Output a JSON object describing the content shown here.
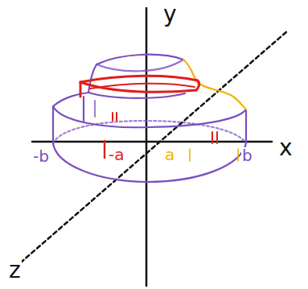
{
  "diagram": {
    "labels": [
      "y",
      "x",
      "z",
      "-b",
      "-a",
      "a",
      "b"
    ]
  }
}
